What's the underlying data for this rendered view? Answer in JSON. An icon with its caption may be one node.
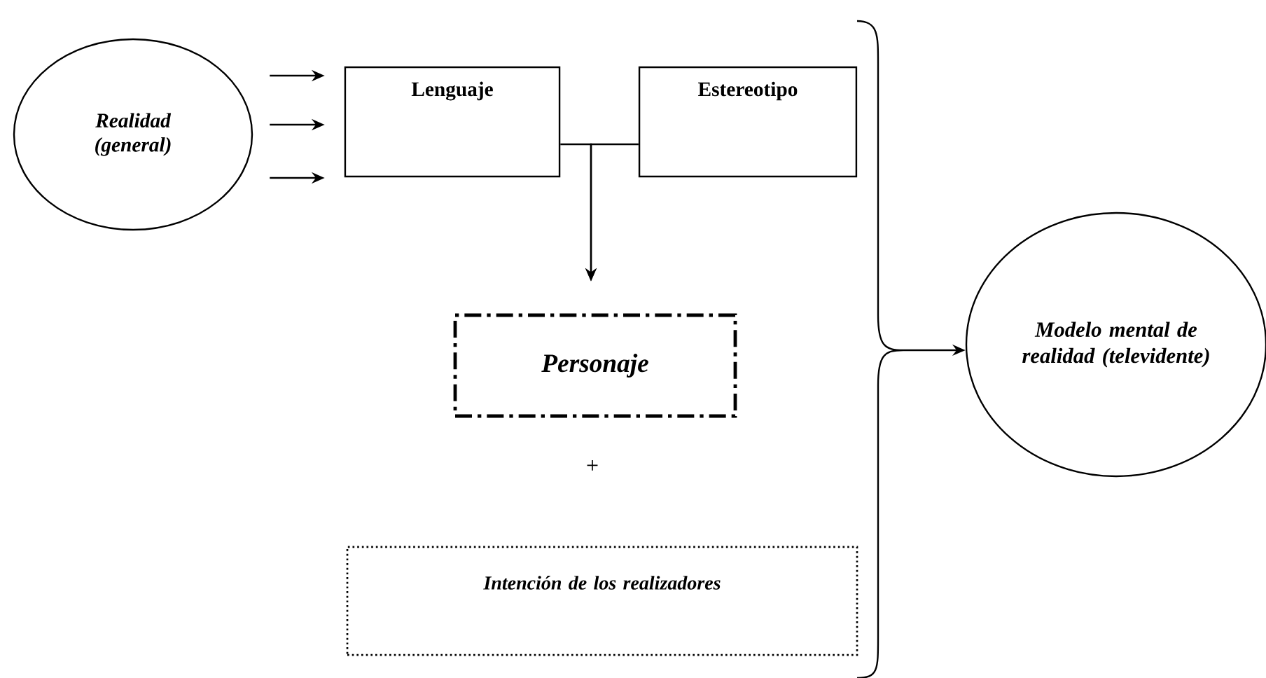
{
  "diagram": {
    "nodes": [
      {
        "text": [
          "Realidad (general)"
        ]
      },
      {
        "text": [
          "Lenguaje"
        ]
      },
      {
        "text": [
          "Estereotipo"
        ]
      },
      {
        "text": [
          "Personaje"
        ]
      },
      {
        "text": [
          "Intención de los realizadores"
        ]
      },
      {
        "text": [
          "Modelo mental de realidad (televidente)"
        ]
      },
      {
        "text": [],
        "shape": "brace"
      }
    ],
    "edges": [
      {
        "from": 0,
        "to": 1,
        "arrow": "to"
      },
      {
        "from": 0,
        "to": 1,
        "arrow": "to"
      },
      {
        "from": 0,
        "to": 1,
        "arrow": "to"
      },
      {
        "from": 1,
        "to": 3,
        "arrow": "to"
      },
      {
        "from": 2,
        "to": 3,
        "arrow": "to"
      },
      {
        "from": 6,
        "to": 5,
        "arrow": "to"
      }
    ],
    "labels": [
      "+"
    ]
  }
}
